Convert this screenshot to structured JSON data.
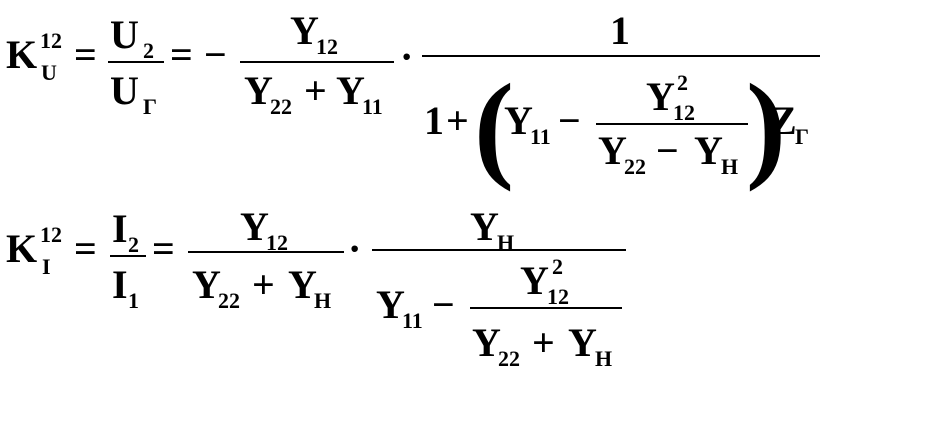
{
  "formulas": {
    "voltage_gain": {
      "lhs_symbol": "K",
      "lhs_superscript": "12",
      "lhs_subscript": "U",
      "ratio_num_base": "U",
      "ratio_num_sub": "2",
      "ratio_den_base": "U",
      "ratio_den_sub": "Г",
      "equals": "=",
      "minus": "−",
      "frac1_num_base": "Y",
      "frac1_num_sub": "12",
      "frac1_den_a_base": "Y",
      "frac1_den_a_sub": "22",
      "plus": "+",
      "frac1_den_b_base": "Y",
      "frac1_den_b_sub": "11",
      "dot": "·",
      "frac2_num": "1",
      "frac2_den_one": "1",
      "frac2_den_plus": "+",
      "paren_open": "(",
      "inner_a_base": "Y",
      "inner_a_sub": "11",
      "inner_minus": "−",
      "inner_frac_num_base": "Y",
      "inner_frac_num_sub": "12",
      "inner_frac_num_sup": "2",
      "inner_frac_den_a_base": "Y",
      "inner_frac_den_a_sub": "22",
      "inner_frac_den_minus": "−",
      "inner_frac_den_b_base": "Y",
      "inner_frac_den_b_sub": "Н",
      "paren_close": ")",
      "tail_base": "Z",
      "tail_sub": "Г"
    },
    "current_gain": {
      "lhs_symbol": "K",
      "lhs_superscript": "12",
      "lhs_subscript": "I",
      "ratio_num_base": "I",
      "ratio_num_sub": "2",
      "ratio_den_base": "I",
      "ratio_den_sub": "1",
      "equals": "=",
      "frac1_num_base": "Y",
      "frac1_num_sub": "12",
      "frac1_den_a_base": "Y",
      "frac1_den_a_sub": "22",
      "plus": "+",
      "frac1_den_b_base": "Y",
      "frac1_den_b_sub": "Н",
      "dot": "·",
      "frac2_num_base": "Y",
      "frac2_num_sub": "Н",
      "frac2_den_a_base": "Y",
      "frac2_den_a_sub": "11",
      "frac2_den_minus": "−",
      "inner_frac_num_base": "Y",
      "inner_frac_num_sub": "12",
      "inner_frac_num_sup": "2",
      "inner_frac_den_a_base": "Y",
      "inner_frac_den_a_sub": "22",
      "inner_frac_den_plus": "+",
      "inner_frac_den_b_base": "Y",
      "inner_frac_den_b_sub": "Н"
    }
  }
}
